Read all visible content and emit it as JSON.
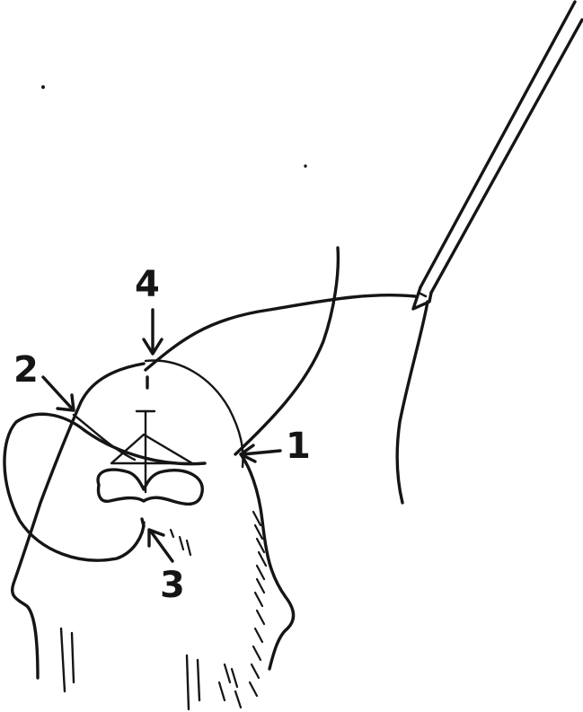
{
  "labels": {
    "one": "1",
    "two": "2",
    "three": "3",
    "four": "4"
  },
  "colors": {
    "ink": "#151515",
    "paper": "#ffffff"
  },
  "icons": {
    "needle": "needle-icon",
    "suture": "suture-thread"
  }
}
